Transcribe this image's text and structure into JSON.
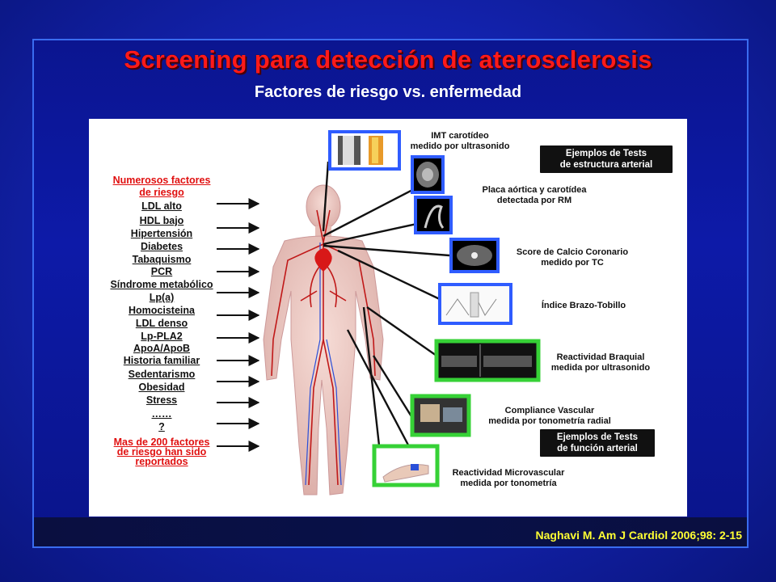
{
  "slide": {
    "title": "Screening para detección de aterosclerosis",
    "subtitle": "Factores de riesgo vs. enfermedad",
    "citation": "Naghavi M. Am J Cardiol 2006;98: 2-15"
  },
  "risk_factors": {
    "header": [
      "Numerosos factores",
      "de riesgo"
    ],
    "items": [
      "LDL alto",
      "HDL bajo",
      "Hipertensión",
      "Diabetes",
      "Tabaquismo",
      "PCR",
      "Síndrome metabólico",
      "Lp(a)",
      "Homocisteina",
      "LDL denso",
      "Lp-PLA2",
      "ApoA/ApoB",
      "Historia familiar",
      "Sedentarismo",
      "Obesidad",
      "Stress",
      "……",
      "?"
    ],
    "footer": [
      "Mas de 200 factores",
      "de riesgo han sido",
      "reportados"
    ]
  },
  "tests": {
    "imt": [
      "IMT carotídeo",
      "medido por ultrasonido"
    ],
    "placa": [
      "Placa aórtica y carotídea",
      "detectada por RM"
    ],
    "calcio": [
      "Score de Calcio Coronario",
      "medido por TC"
    ],
    "itb": [
      "Índice Brazo-Tobillo"
    ],
    "braquial": [
      "Reactividad Braquial",
      "medida por ultrasonido"
    ],
    "compliance": [
      "Compliance Vascular",
      "medida por tonometría radial"
    ],
    "micro": [
      "Reactividad Microvascular",
      "medida por tonometría"
    ]
  },
  "tags": {
    "structure": [
      "Ejemplos de Tests",
      "de estructura  arterial"
    ],
    "function": [
      "Ejemplos de Tests",
      "de función arterial"
    ]
  },
  "colors": {
    "title_red": "#ff1a1a",
    "citation_yellow": "#ffff33",
    "structure_frame": "#2f5cff",
    "function_frame": "#36d136"
  }
}
